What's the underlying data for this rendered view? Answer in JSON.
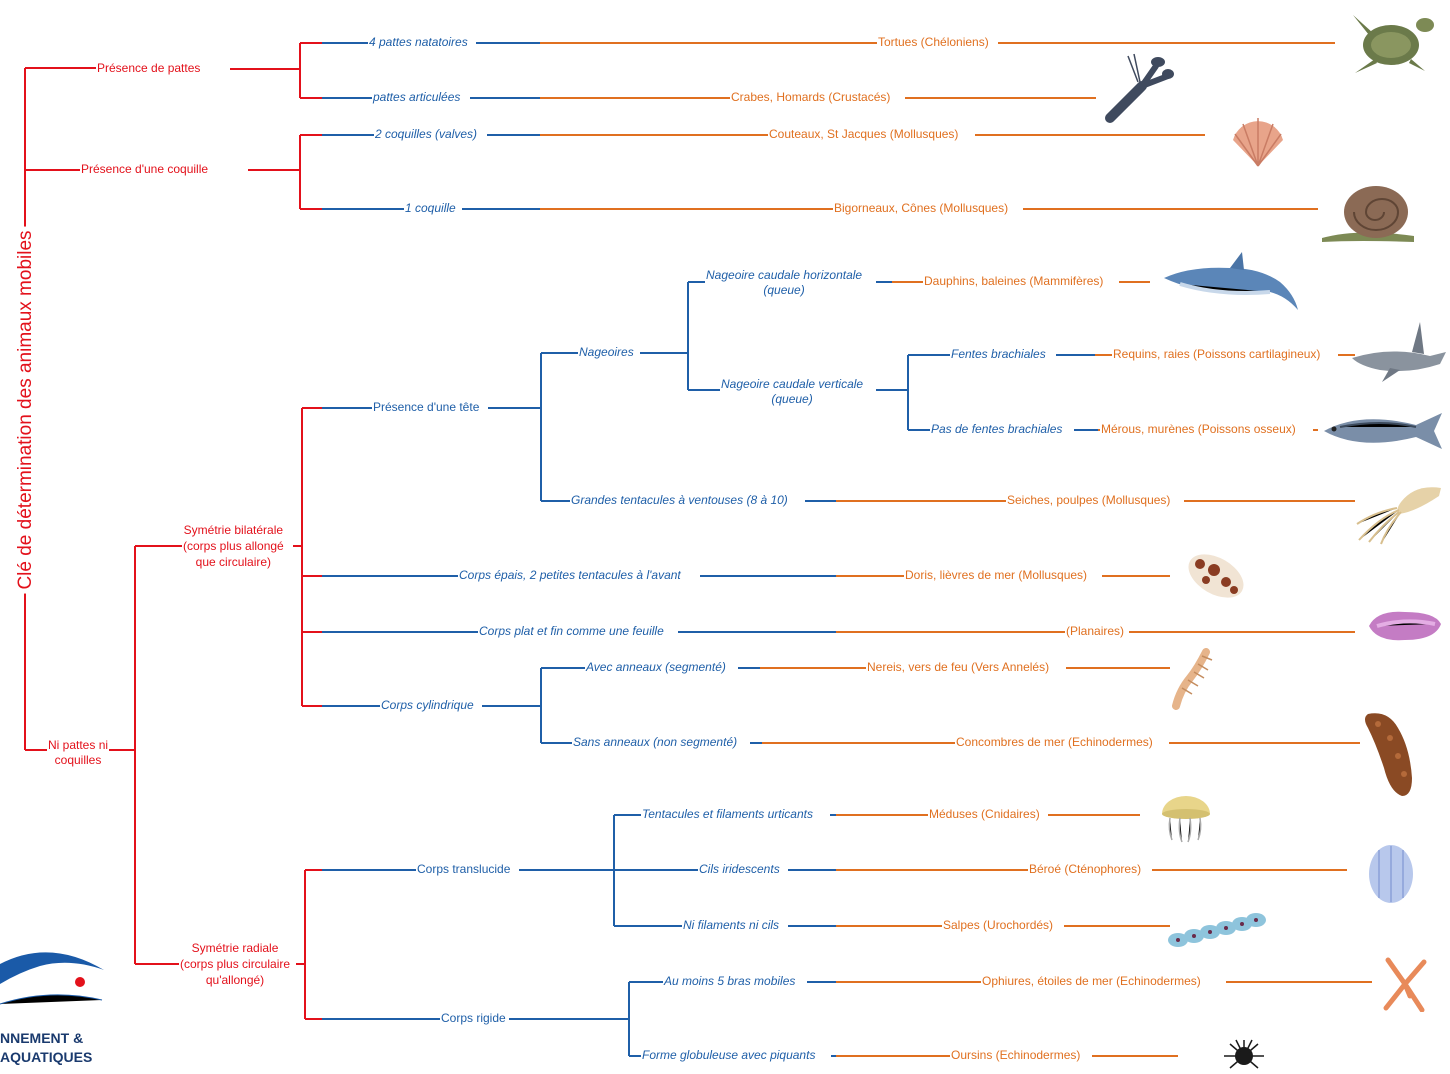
{
  "title": "Clé de détermination des animaux mobiles",
  "level1": {
    "pattes": "Présence de pattes",
    "coquille": "Présence d'une coquille",
    "ni": [
      "Ni pattes ni",
      "coquilles"
    ]
  },
  "level2": {
    "bilaterale": [
      "Symétrie bilatérale",
      "(corps plus allongé",
      "que circulaire)"
    ],
    "radiale": [
      "Symétrie radiale",
      "(corps plus circulaire",
      "qu'allongé)"
    ]
  },
  "criteria": {
    "natatoires": "4 pattes natatoires",
    "articulees": "pattes articulées",
    "valves": "2 coquilles (valves)",
    "une_coquille": "1 coquille",
    "tete": "Présence d'une tête",
    "nageoires": "Nageoires",
    "horizontale": [
      "Nageoire caudale horizontale",
      "(queue)"
    ],
    "verticale": [
      "Nageoire caudale verticale",
      "(queue)"
    ],
    "fentes": "Fentes brachiales",
    "pas_fentes": "Pas de fentes brachiales",
    "tentacules": "Grandes tentacules à ventouses (8 à 10)",
    "epais": "Corps épais, 2 petites tentacules à l'avant",
    "plat": "Corps plat et fin comme une feuille",
    "cylindrique": "Corps cylindrique",
    "anneaux": "Avec anneaux (segmenté)",
    "sans_anneaux": "Sans anneaux (non segmenté)",
    "translucide": "Corps translucide",
    "urticants": "Tentacules et filaments urticants",
    "cils": "Cils iridescents",
    "ni_filaments": "Ni filaments ni cils",
    "rigide": "Corps rigide",
    "bras": "Au moins 5 bras mobiles",
    "globuleuse": "Forme globuleuse avec piquants"
  },
  "results": {
    "tortues": "Tortues (Chéloniens)",
    "crabes": "Crabes, Homards (Crustacés)",
    "couteaux": "Couteaux, St Jacques (Mollusques)",
    "bigorneaux": "Bigorneaux, Cônes (Mollusques)",
    "dauphins": "Dauphins, baleines (Mammifères)",
    "requins": "Requins, raies (Poissons cartilagineux)",
    "merous": "Mérous, murènes (Poissons osseux)",
    "seiches": "Seiches, poulpes (Mollusques)",
    "doris": "Doris, lièvres de mer (Mollusques)",
    "planaires": "(Planaires)",
    "nereis": "Nereis, vers de feu (Vers Annelés)",
    "concombres": "Concombres de mer (Echinodermes)",
    "meduses": "Méduses (Cnidaires)",
    "beroe": "Béroé (Cténophores)",
    "salpes": "Salpes (Urochordés)",
    "ophiures": "Ophiures, étoiles de mer (Echinodermes)",
    "oursins": "Oursins (Echinodermes)"
  },
  "logo": {
    "line1": "NNEMENT &",
    "line2": "AQUATIQUES"
  },
  "colors": {
    "red": "#e3111b",
    "blue": "#1f5fa8",
    "orange": "#e07020"
  },
  "icons": [
    "turtle-icon",
    "lobster-icon",
    "scallop-icon",
    "snail-icon",
    "dolphin-icon",
    "shark-icon",
    "fish-icon",
    "squid-icon",
    "sea-slug-icon",
    "flatworm-icon",
    "annelid-worm-icon",
    "sea-cucumber-icon",
    "jellyfish-icon",
    "ctenophore-icon",
    "salp-icon",
    "starfish-icon",
    "sea-urchin-icon"
  ]
}
